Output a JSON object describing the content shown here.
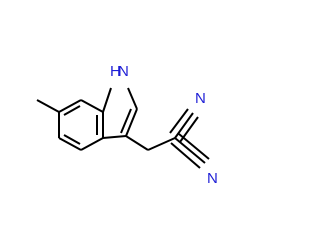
{
  "structure": {
    "atoms": {
      "nh_label": "H",
      "nh_n": "N",
      "nitrile_top_n": "N",
      "nitrile_bottom_n": "N"
    },
    "colors": {
      "bond": "#000000",
      "heteroatom": "#1f1fd6",
      "background": "#ffffff"
    }
  }
}
